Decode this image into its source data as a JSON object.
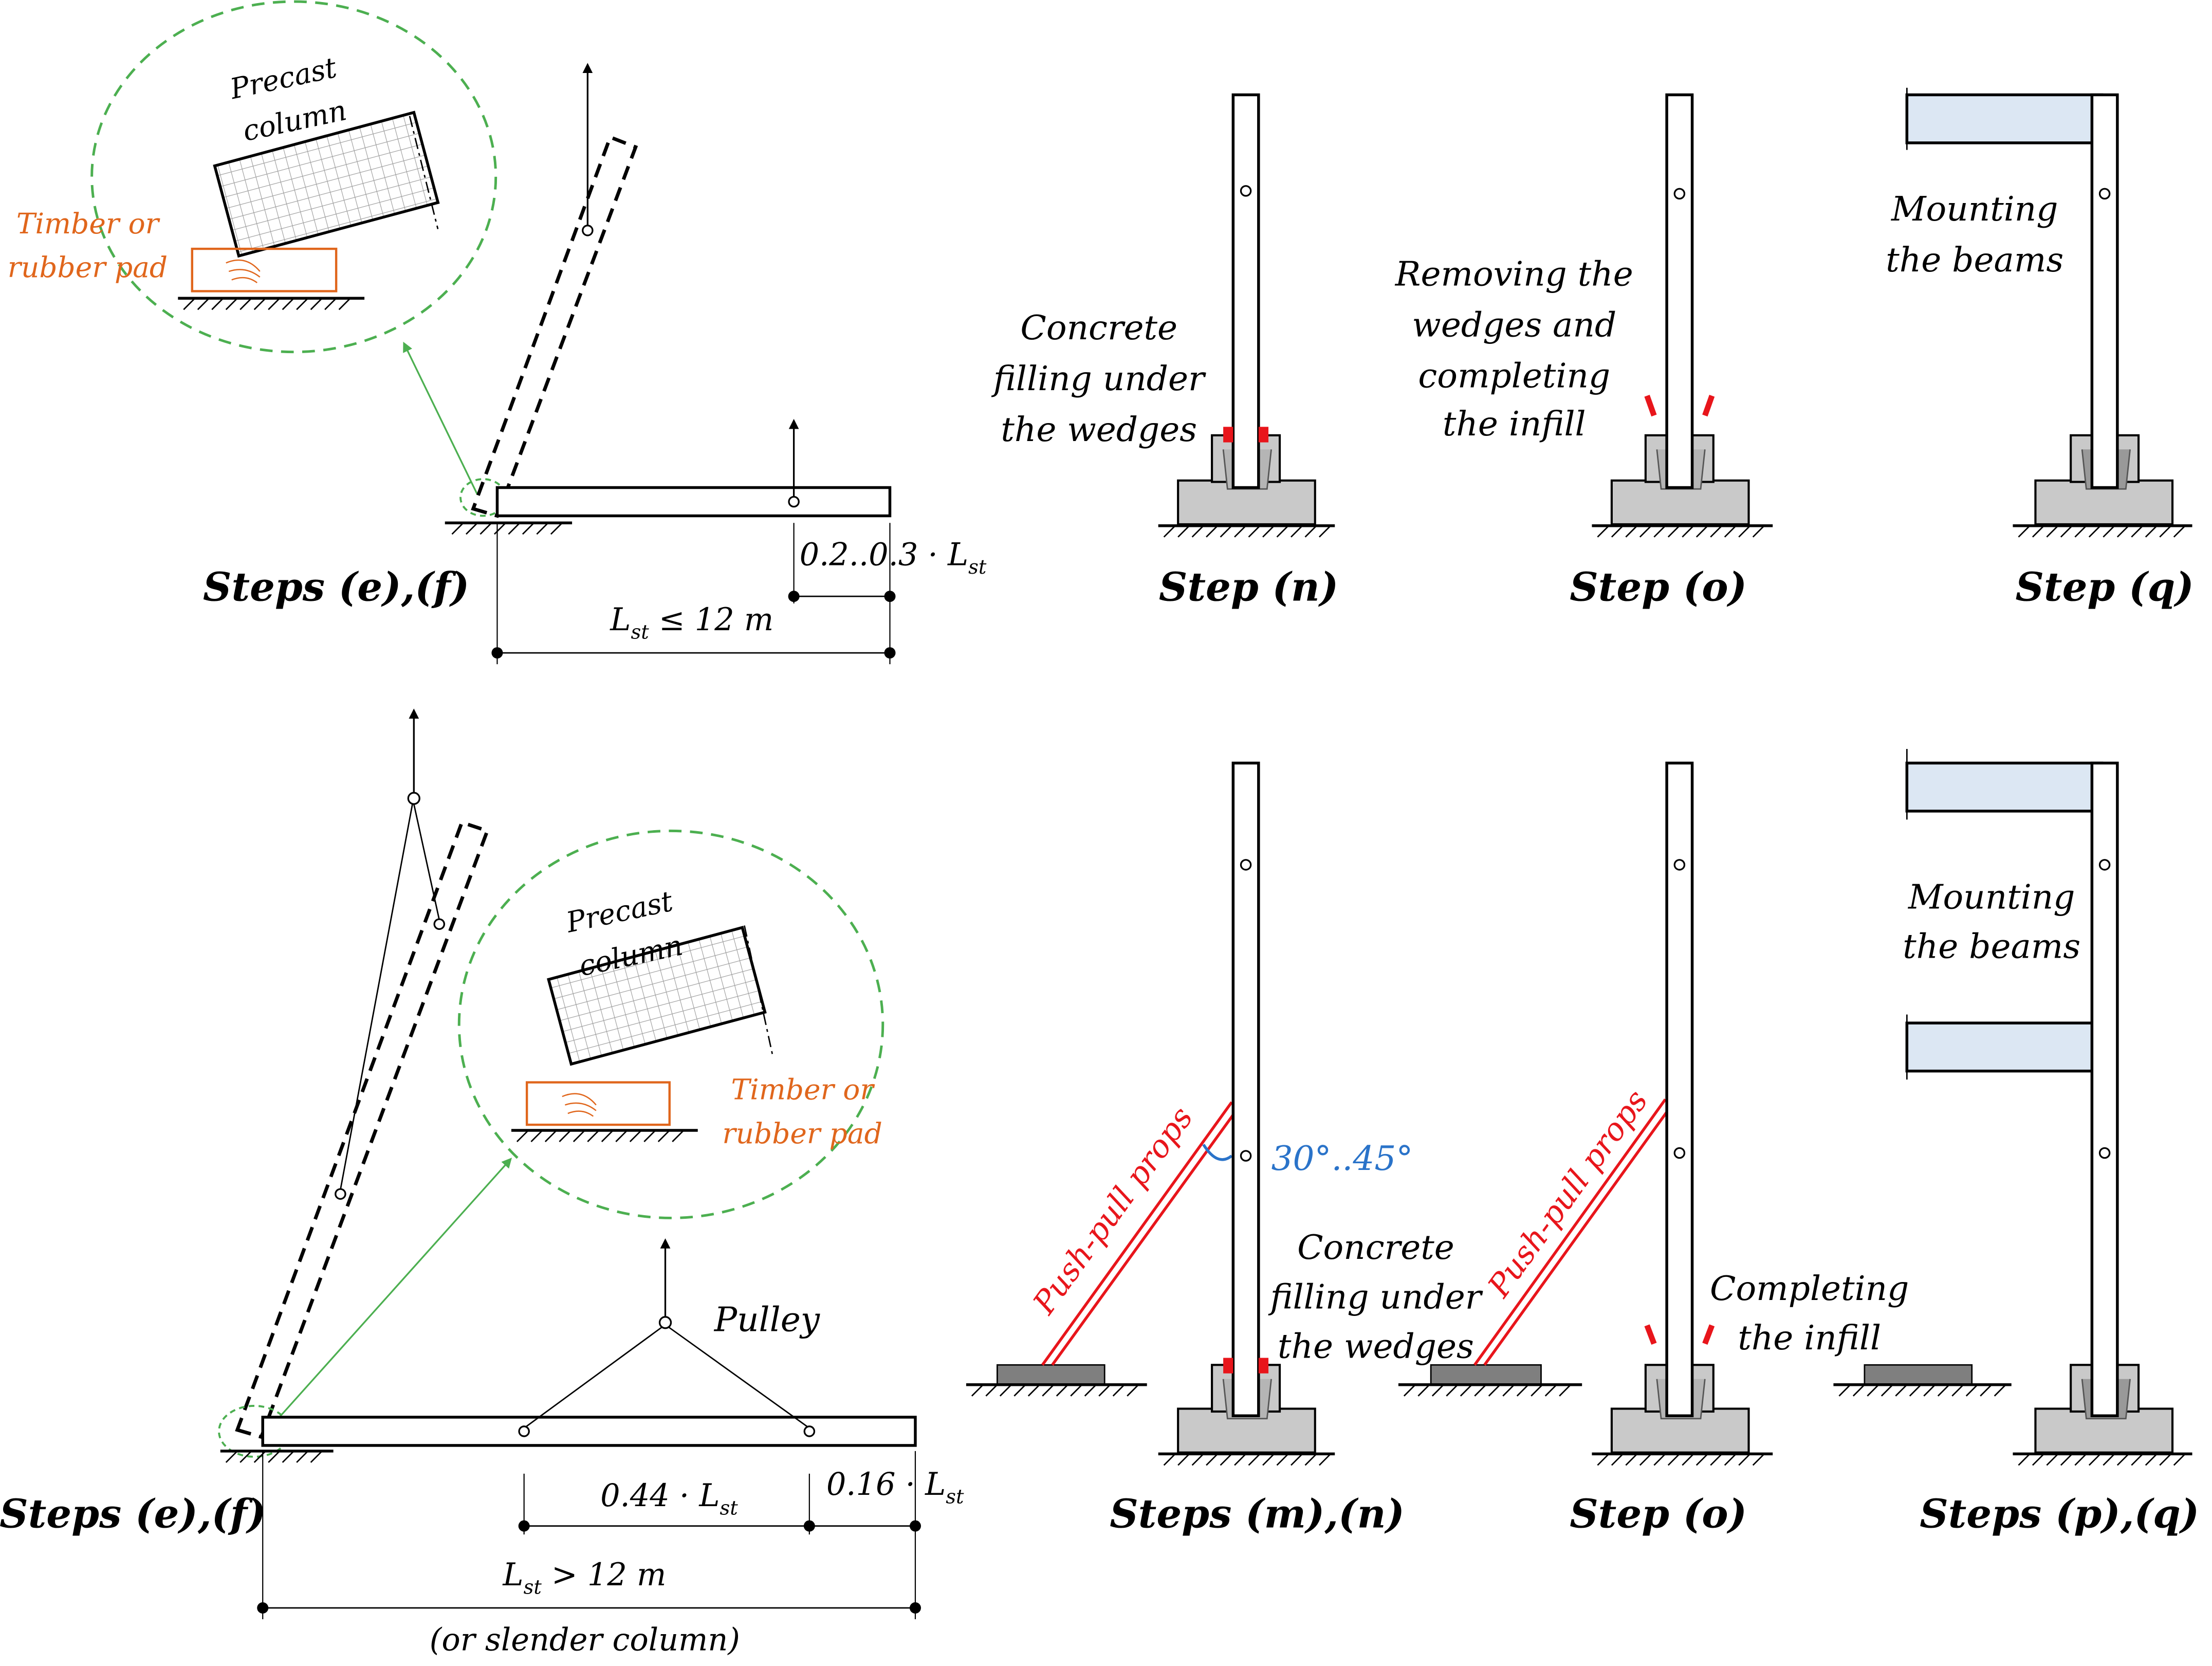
{
  "colors": {
    "orange": "#E0661C",
    "green": "#4CAF50",
    "red": "#E8151B",
    "blue": "#2A73C9",
    "concrete": "#C9C9C9",
    "beam": "#DCE7F3",
    "pad": "#7F7F7F"
  },
  "top": {
    "caption_ef": "Steps (e),(f)",
    "detail": {
      "column_label_1": "Precast",
      "column_label_2": "column",
      "pad_label_1": "Timber or",
      "pad_label_2": "rubber pad"
    },
    "dim_short": "0.2..0.3 · L",
    "dim_short_sub": "st",
    "dim_long_pre": "L",
    "dim_long_sub": "st",
    "dim_long_post": " ≤ 12 m",
    "n": {
      "text_1": "Concrete",
      "text_2": "filling under",
      "text_3": "the wedges",
      "caption": "Step (n)"
    },
    "o": {
      "text_1": "Removing the",
      "text_2": "wedges and",
      "text_3": "completing",
      "text_4": "the infill",
      "caption": "Step (o)"
    },
    "q": {
      "text_1": "Mounting",
      "text_2": "the beams",
      "caption": "Step (q)"
    }
  },
  "bottom": {
    "caption_ef": "Steps (e),(f)",
    "detail": {
      "column_label_1": "Precast",
      "column_label_2": "column",
      "pad_label_1": "Timber or",
      "pad_label_2": "rubber pad"
    },
    "pulley": "Pulley",
    "dim_a_pre": "0.44 · L",
    "dim_a_sub": "st",
    "dim_b_pre": "0.16 · L",
    "dim_b_sub": "st",
    "dim_long_pre": "L",
    "dim_long_sub": "st",
    "dim_long_post": " > 12 m",
    "dim_note": "(or slender column)",
    "mn": {
      "props": "Push-pull props",
      "angle": "30°..45°",
      "text_1": "Concrete",
      "text_2": "filling under",
      "text_3": "the wedges",
      "caption": "Steps (m),(n)"
    },
    "o": {
      "props": "Push-pull props",
      "text_1": "Completing",
      "text_2": "the infill",
      "caption": "Step (o)"
    },
    "pq": {
      "text_1": "Mounting",
      "text_2": "the beams",
      "caption": "Steps (p),(q)"
    }
  }
}
